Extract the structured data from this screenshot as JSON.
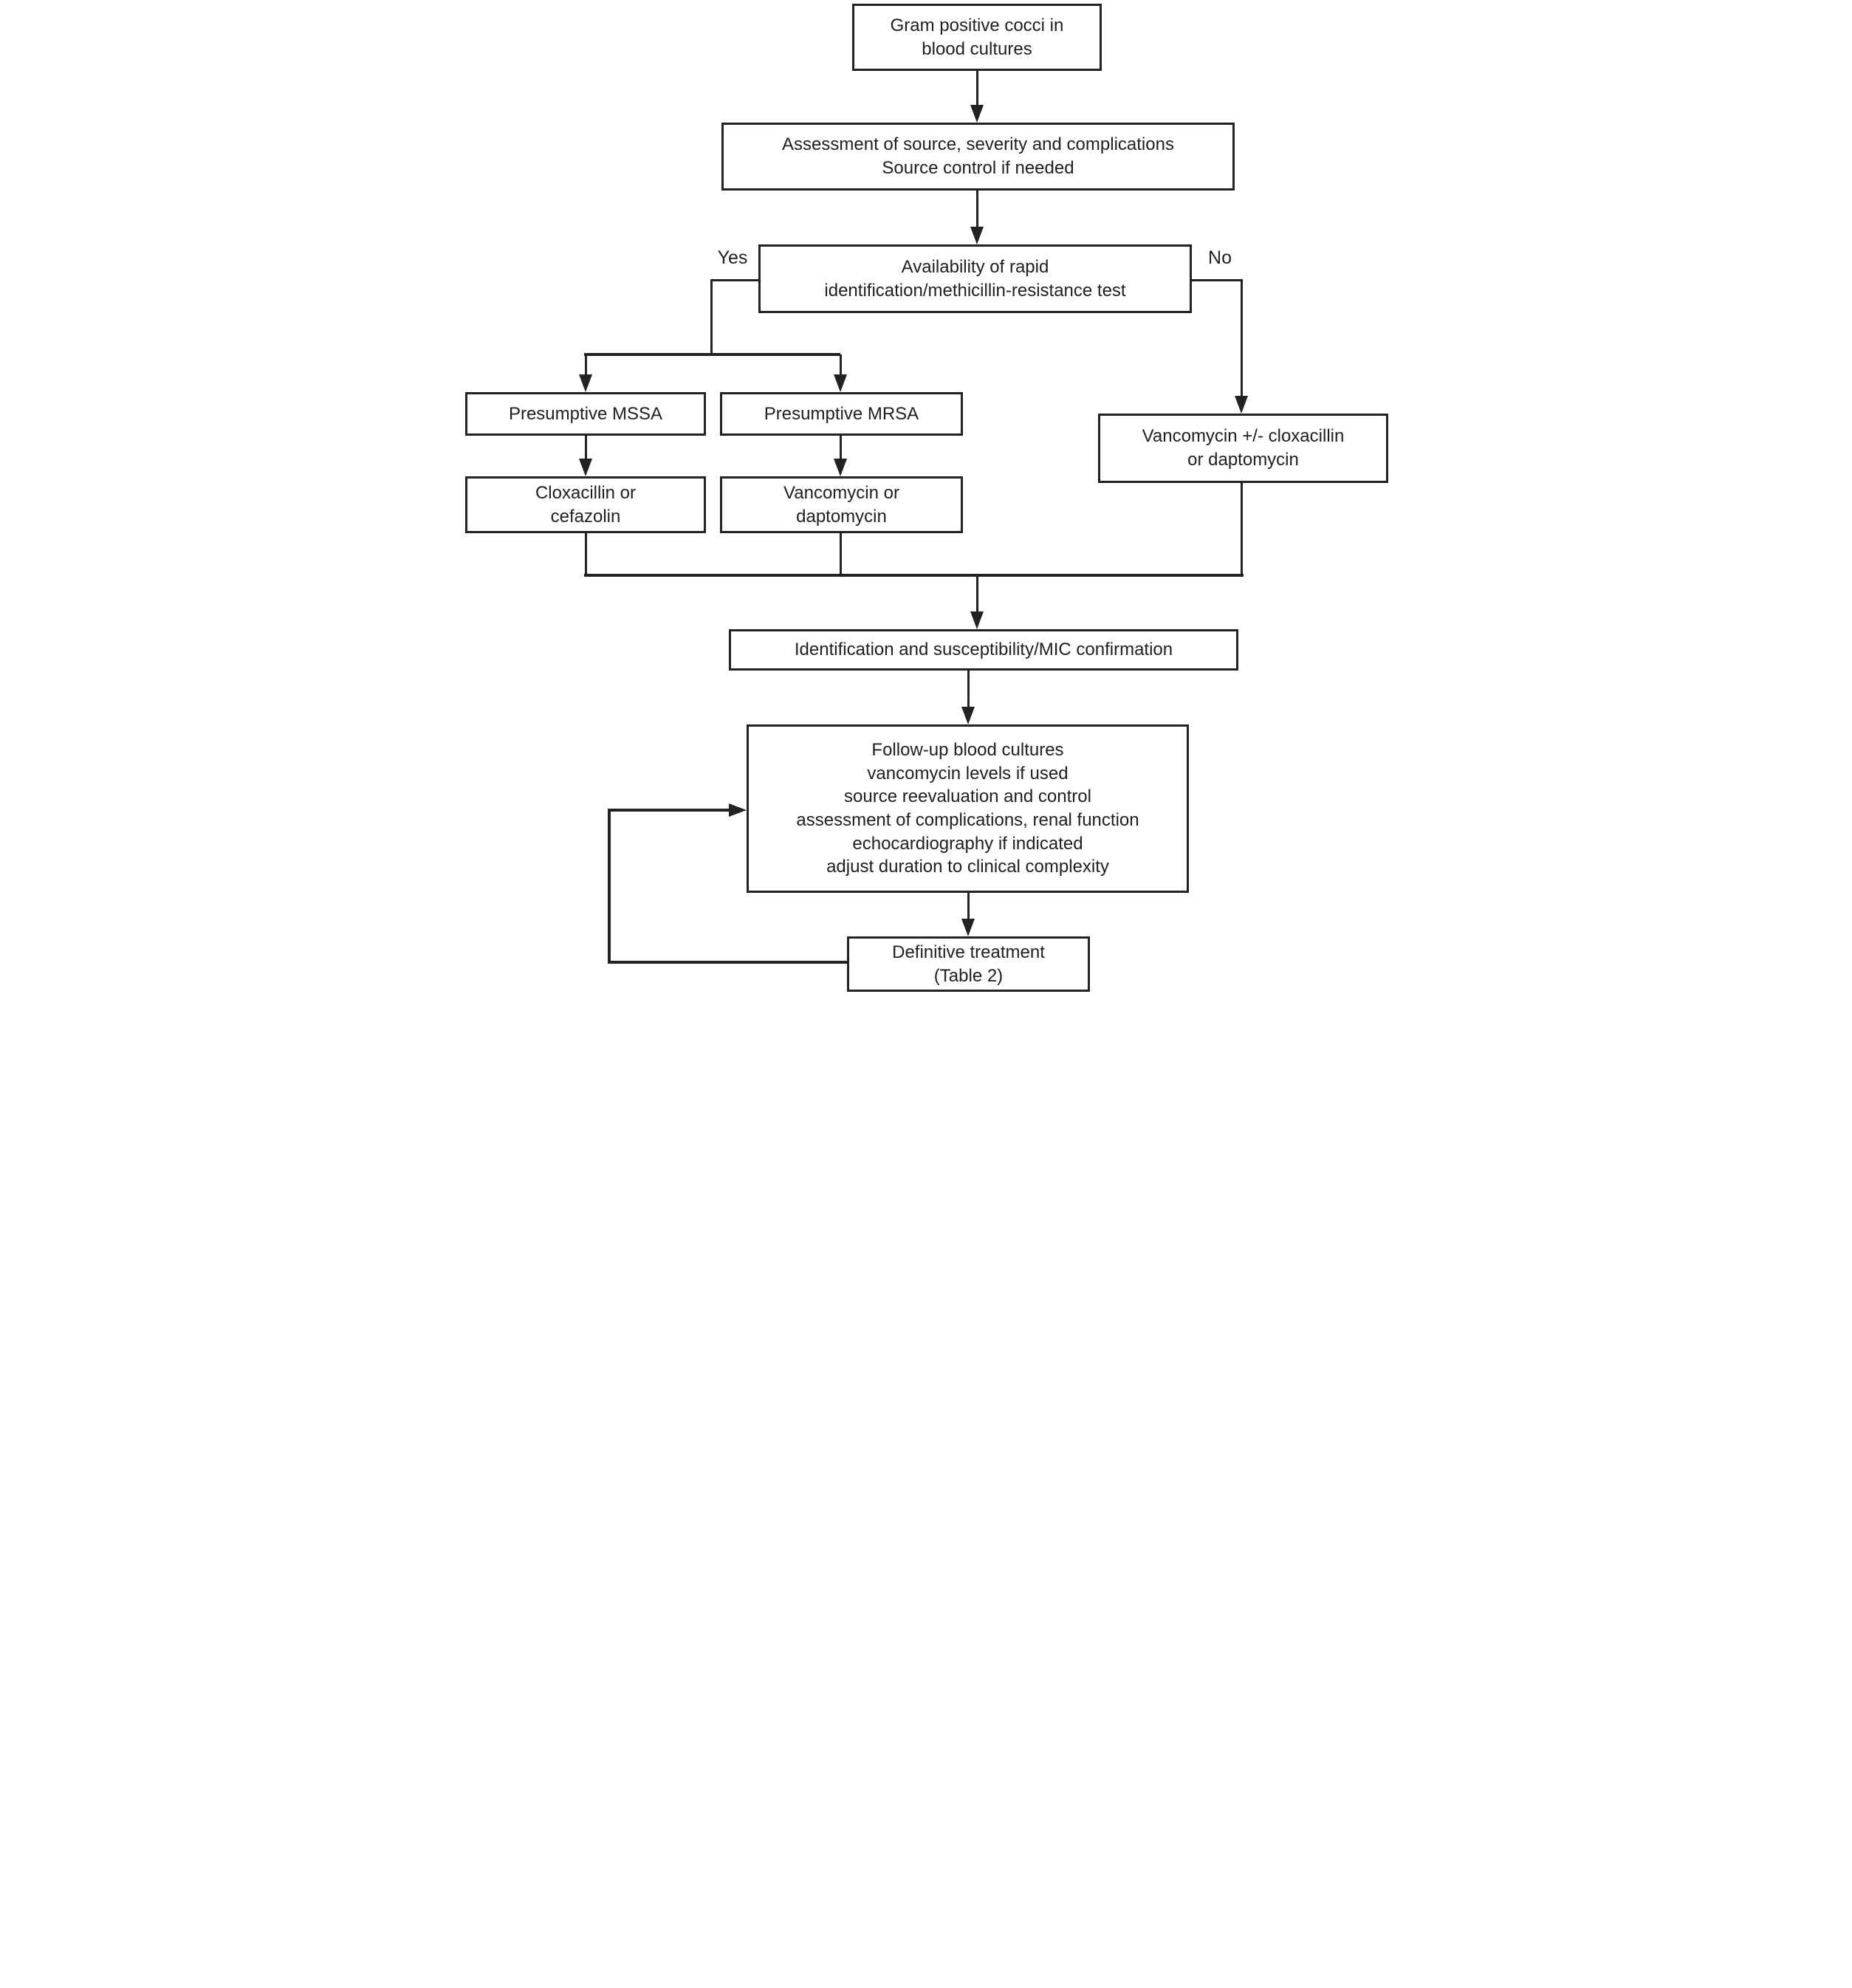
{
  "figure": {
    "background": "#ffffff",
    "line_color": "#222222",
    "text_color": "#1f1f1f"
  },
  "nodes": {
    "gram_positive": "Gram positive cocci in\nblood cultures",
    "assessment": "Assessment of source, severity and complications\nSource control if needed",
    "rapid_test": "Availability of rapid\nidentification/methicillin-resistance test",
    "presumptive_mssa": "Presumptive MSSA",
    "presumptive_mrsa": "Presumptive MRSA",
    "cloxacillin_cefazolin": "Cloxacillin or\ncefazolin",
    "vancomycin_daptomycin": "Vancomycin or\ndaptomycin",
    "vancomycin_cloxacillin_daptomycin": "Vancomycin +/- cloxacillin\nor daptomycin",
    "identification": "Identification and susceptibility/MIC confirmation",
    "follow_up": "Follow-up blood cultures\nvancomycin levels if used\nsource reevaluation and control\nassessment of complications, renal function\nechocardiography if indicated\nadjust duration to clinical complexity",
    "definitive_treatment": "Definitive treatment\n(Table 2)"
  },
  "branch_labels": {
    "yes": "Yes",
    "no": "No"
  }
}
